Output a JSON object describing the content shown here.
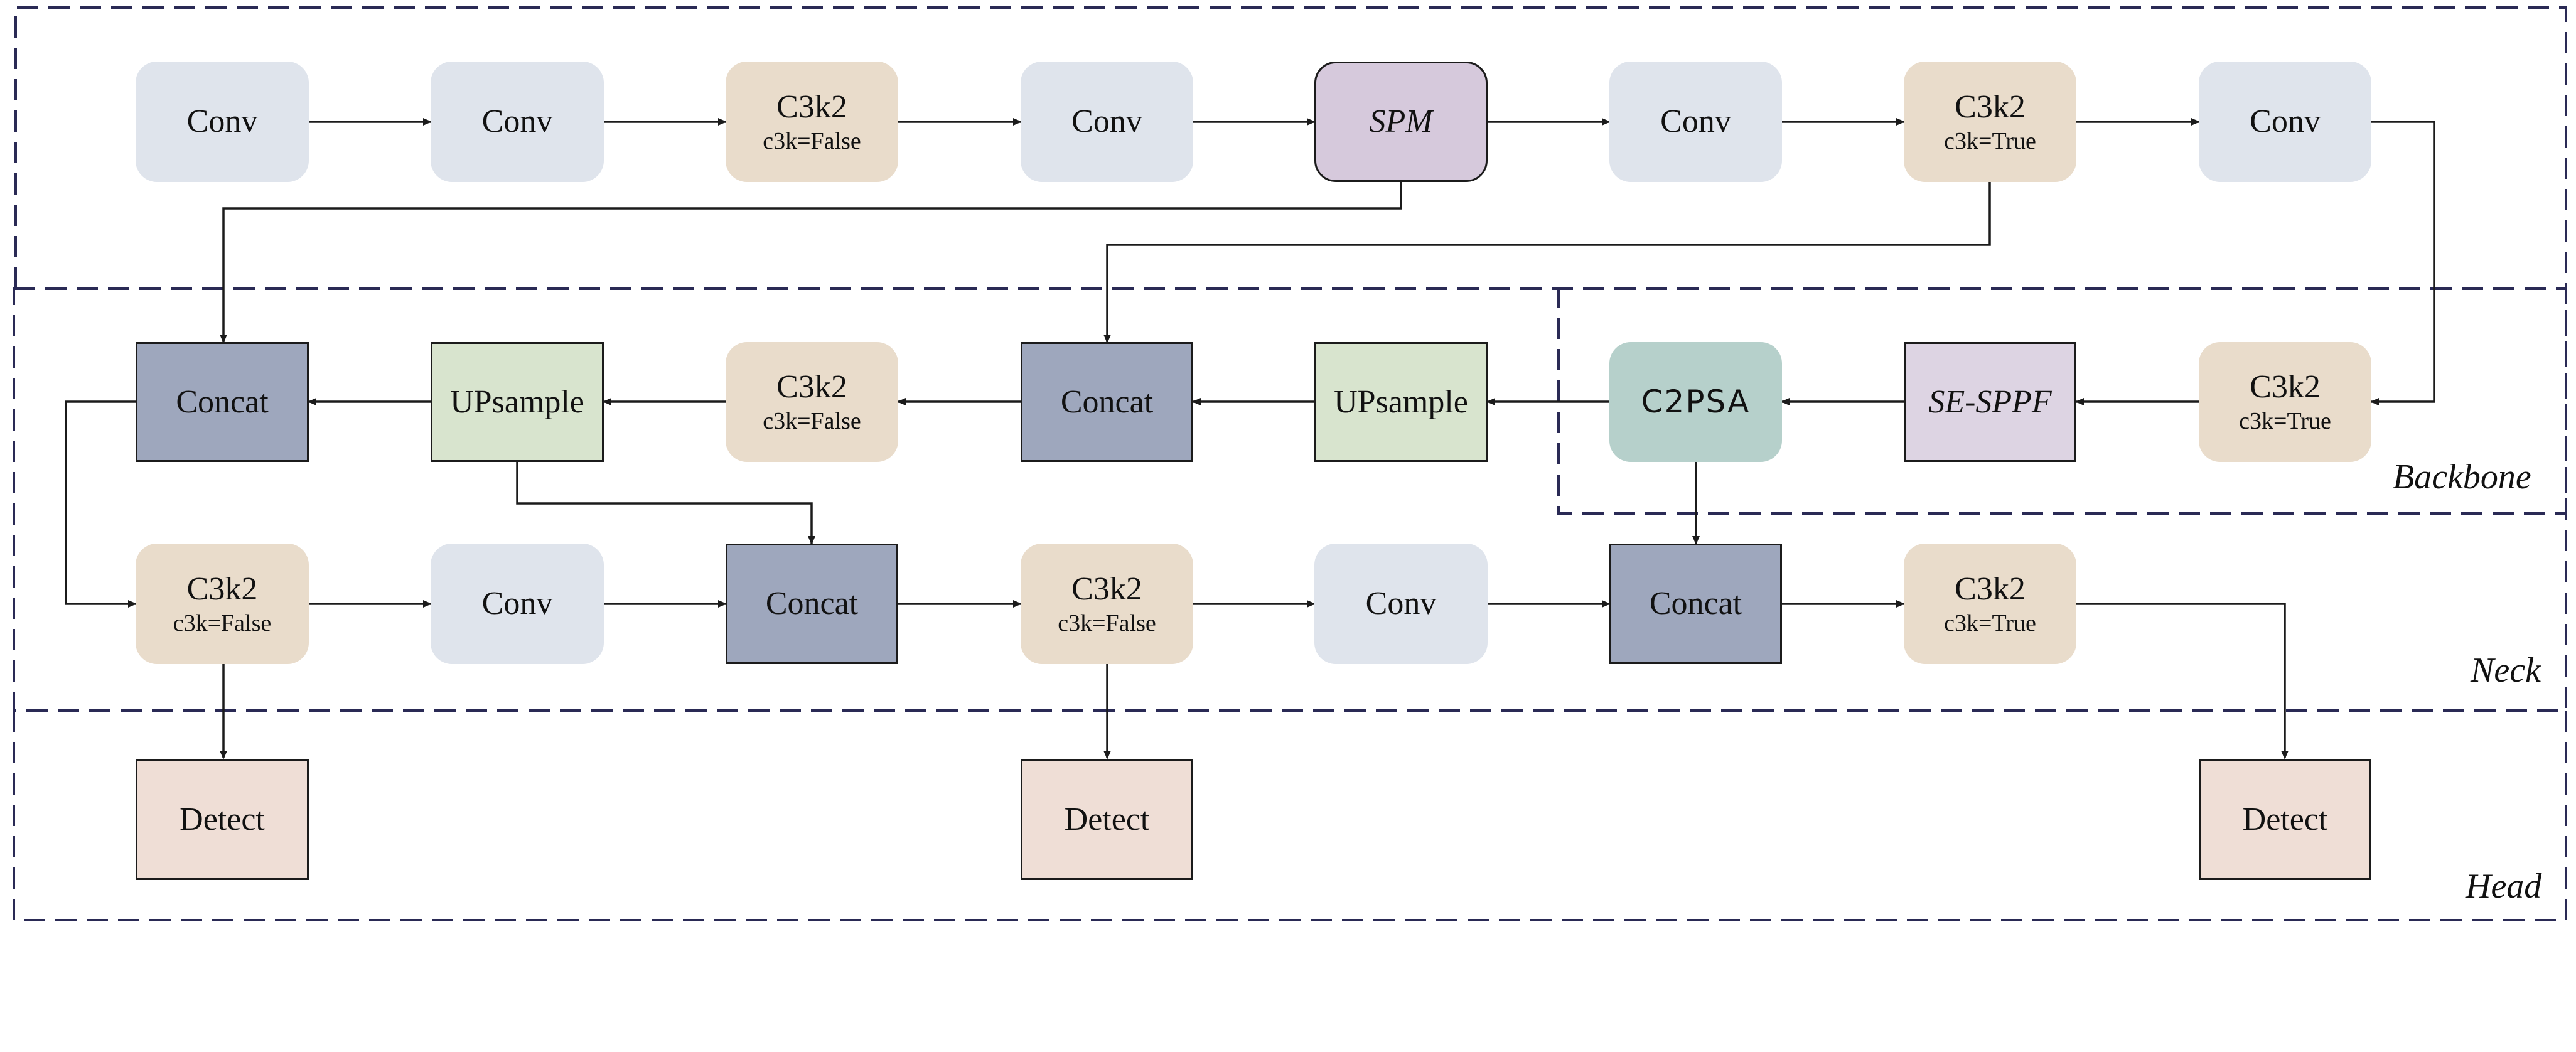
{
  "colors": {
    "conv": "#dfe4ec",
    "c3k2": "#e9dccb",
    "concat": "#9ea7bd",
    "upsample": "#d8e4ce",
    "spm": "#d6c9dc",
    "sesppf": "#ddd4e3",
    "c2psa": "#b6d0cb",
    "detect": "#efded6",
    "line": "#1b1b1b",
    "dash": "#2a2a55"
  },
  "regions": {
    "backbone": "Backbone",
    "neck": "Neck",
    "head": "Head"
  },
  "nodes": {
    "b_conv1": {
      "label": "Conv"
    },
    "b_conv2": {
      "label": "Conv"
    },
    "b_c3k2_1": {
      "label": "C3k2",
      "sub": "c3k=False"
    },
    "b_conv3": {
      "label": "Conv"
    },
    "b_spm": {
      "label": "SPM"
    },
    "b_conv4": {
      "label": "Conv"
    },
    "b_c3k2_2": {
      "label": "C3k2",
      "sub": "c3k=True"
    },
    "b_conv5": {
      "label": "Conv"
    },
    "b_c3k2_3": {
      "label": "C3k2",
      "sub": "c3k=True"
    },
    "b_sesppf": {
      "label": "SE-SPPF"
    },
    "b_c2psa": {
      "label": "C2PSA"
    },
    "n_concat1": {
      "label": "Concat"
    },
    "n_upsample1": {
      "label": "UPsample"
    },
    "n_c3k2_1": {
      "label": "C3k2",
      "sub": "c3k=False"
    },
    "n_concat2": {
      "label": "Concat"
    },
    "n_upsample2": {
      "label": "UPsample"
    },
    "n_c3k2_2": {
      "label": "C3k2",
      "sub": "c3k=False"
    },
    "n_conv1": {
      "label": "Conv"
    },
    "n_concat3": {
      "label": "Concat"
    },
    "n_c3k2_3": {
      "label": "C3k2",
      "sub": "c3k=False"
    },
    "n_conv2": {
      "label": "Conv"
    },
    "n_concat4": {
      "label": "Concat"
    },
    "n_c3k2_4": {
      "label": "C3k2",
      "sub": "c3k=True"
    },
    "h_detect1": {
      "label": "Detect"
    },
    "h_detect2": {
      "label": "Detect"
    },
    "h_detect3": {
      "label": "Detect"
    }
  }
}
